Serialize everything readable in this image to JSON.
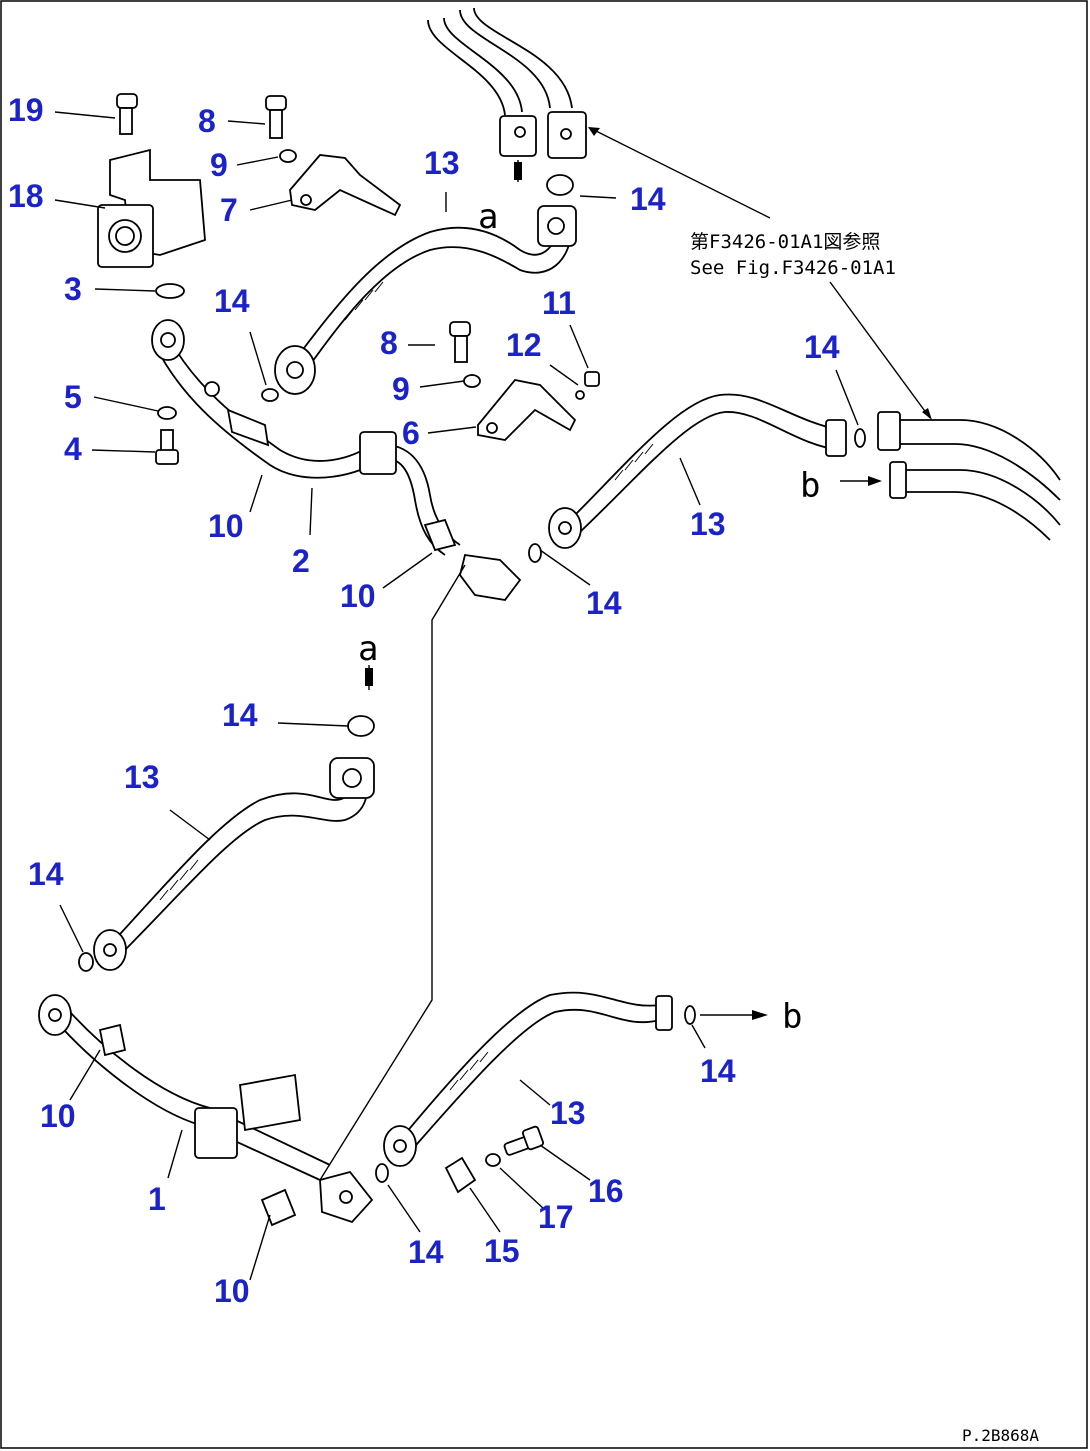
{
  "figure_code": "P.2B868A",
  "reference_note": {
    "line1": "第F3426-01A1図参照",
    "line2": "See Fig.F3426-01A1"
  },
  "connection_letters": {
    "a": "a",
    "b": "b"
  },
  "callouts": {
    "c19": "19",
    "c18": "18",
    "c3": "3",
    "c5": "5",
    "c4": "4",
    "c8a": "8",
    "c9a": "9",
    "c7": "7",
    "c13a": "13",
    "c14a": "14",
    "c14b": "14",
    "c8b": "8",
    "c9b": "9",
    "c6": "6",
    "c12": "12",
    "c11": "11",
    "c14c": "14",
    "c13b": "13",
    "c14d": "14",
    "c10a": "10",
    "c2": "2",
    "c10b": "10",
    "c14e": "14",
    "c13c": "13",
    "c14f": "14",
    "c10c": "10",
    "c1": "1",
    "c10d": "10",
    "c14g": "14",
    "c13d": "13",
    "c14h": "14",
    "c16": "16",
    "c17": "17",
    "c15": "15"
  }
}
